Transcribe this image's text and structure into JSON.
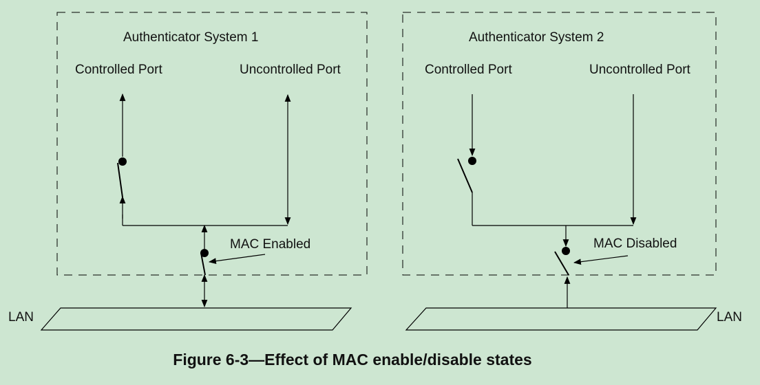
{
  "system1": {
    "title": "Authenticator System 1",
    "controlled_port": "Controlled Port",
    "uncontrolled_port": "Uncontrolled Port",
    "mac_label": "MAC Enabled",
    "lan_label": "LAN"
  },
  "system2": {
    "title": "Authenticator System 2",
    "controlled_port": "Controlled Port",
    "uncontrolled_port": "Uncontrolled Port",
    "mac_label": "MAC Disabled",
    "lan_label": "LAN"
  },
  "caption": "Figure 6-3—Effect of MAC enable/disable states",
  "colors": {
    "background": "#cde6d1",
    "stroke": "#000000"
  }
}
